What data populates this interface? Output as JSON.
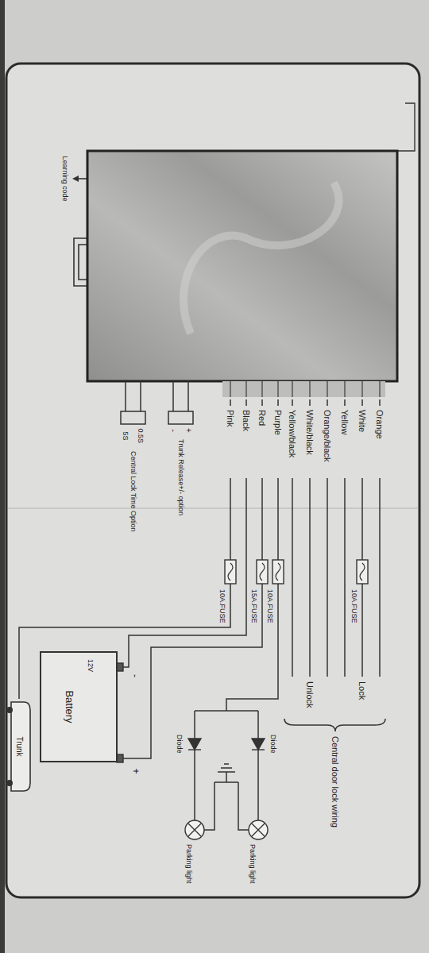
{
  "diagram": {
    "nodes": [
      {
        "text": [
          "12V",
          "Battery"
        ]
      },
      {
        "text": [
          "Trunk"
        ]
      }
    ],
    "labels": [
      "Learning code",
      "+",
      "-",
      "Trunk Release+/- option",
      "0.5S",
      "5S",
      "Central Lock Time Option",
      "Orange",
      "White",
      "Yellow",
      "Orange/black",
      "White/black",
      "Yellow/black",
      "Purple",
      "Red",
      "Black",
      "Pink",
      "10A.FUSE",
      "10A.FUSE",
      "15A.FUSE",
      "10A.FUSE",
      "Lock",
      "Unlock",
      "Central door lock wiring",
      "Diode",
      "Diode",
      "Parking light",
      "Parking light",
      "-",
      "+"
    ]
  }
}
